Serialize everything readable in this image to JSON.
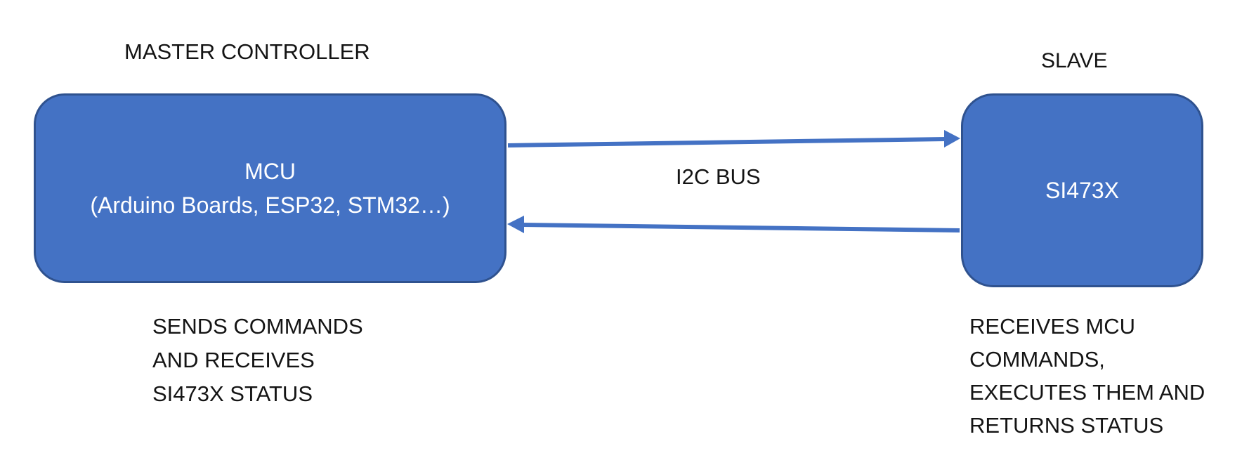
{
  "diagram": {
    "master": {
      "title": "MASTER CONTROLLER",
      "box": {
        "line1": "MCU",
        "line2": "(Arduino Boards, ESP32, STM32…)"
      },
      "caption_lines": [
        "SENDS COMMANDS",
        "AND RECEIVES",
        "SI473X STATUS"
      ]
    },
    "slave": {
      "title": "SLAVE",
      "box": {
        "label": "SI473X"
      },
      "caption_lines": [
        "RECEIVES MCU",
        "COMMANDS,",
        "EXECUTES THEM AND",
        "RETURNS STATUS"
      ]
    },
    "bus_label": "I2C BUS",
    "arrows": [
      {
        "from": "MCU",
        "to": "SI473X",
        "direction": "right"
      },
      {
        "from": "SI473X",
        "to": "MCU",
        "direction": "left"
      }
    ],
    "colors": {
      "box_fill": "#4472C4",
      "box_border": "#2F528F",
      "arrow": "#4472C4",
      "text_dark": "#141414",
      "text_light": "#FFFFFF",
      "background": "#FFFFFF"
    }
  }
}
